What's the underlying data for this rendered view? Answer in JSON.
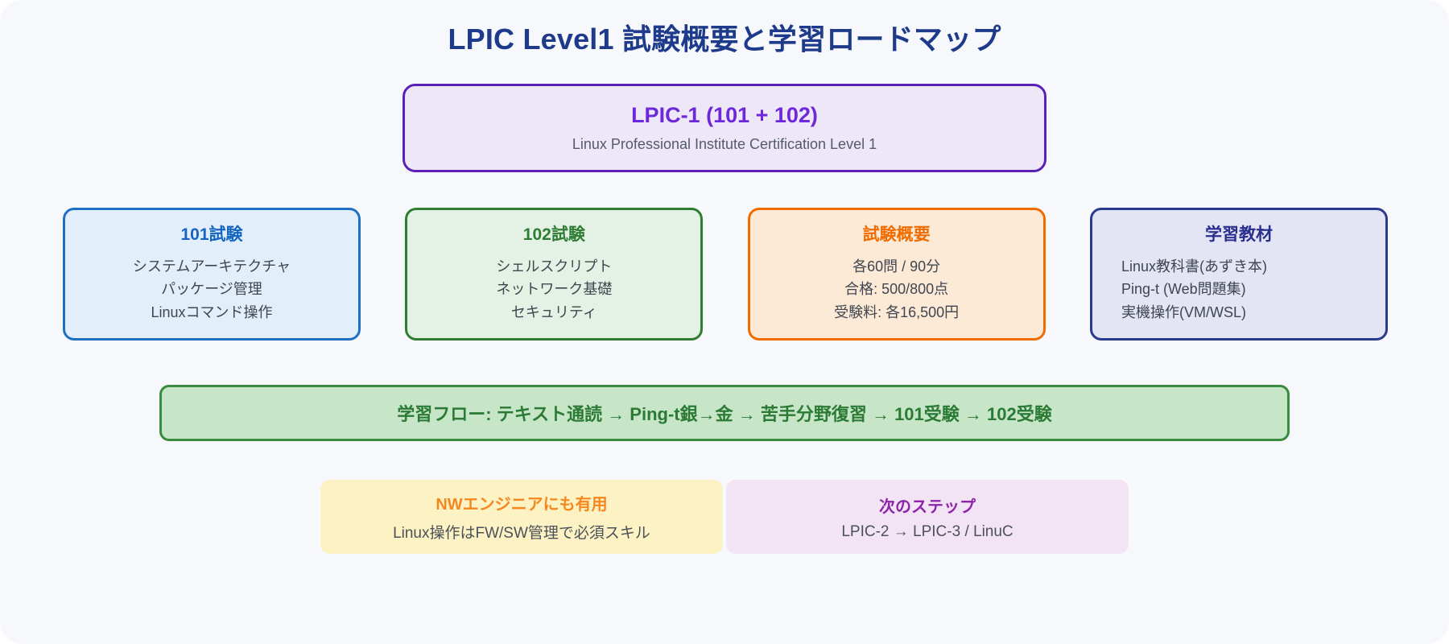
{
  "page": {
    "background_color": "#f7f8fb",
    "title": "LPIC Level1 試験概要と学習ロードマップ",
    "title_color": "#1e3a8a"
  },
  "hero": {
    "title": "LPIC-1 (101 + 102)",
    "subtitle": "Linux Professional Institute Certification Level 1",
    "border_color": "#5b21b6",
    "fill_color": "#ede7f8",
    "title_color": "#6d28d9"
  },
  "cards": [
    {
      "title": "101試験",
      "lines": [
        "システムアーキテクチャ",
        "パッケージ管理",
        "Linuxコマンド操作"
      ],
      "align": "center",
      "border_color": "#1f6fc4",
      "fill_color": "#e2effb",
      "title_color": "#1565c0"
    },
    {
      "title": "102試験",
      "lines": [
        "シェルスクリプト",
        "ネットワーク基礎",
        "セキュリティ"
      ],
      "align": "center",
      "border_color": "#2e7d32",
      "fill_color": "#e4f2e5",
      "title_color": "#2e7d32"
    },
    {
      "title": "試験概要",
      "lines": [
        "各60問 / 90分",
        "合格: 500/800点",
        "受験料: 各16,500円"
      ],
      "align": "center",
      "border_color": "#ef6c00",
      "fill_color": "#fdead6",
      "title_color": "#ef6c00"
    },
    {
      "title": "学習教材",
      "lines": [
        "Linux教科書(あずき本)",
        "Ping-t (Web問題集)",
        "実機操作(VM/WSL)"
      ],
      "align": "left",
      "border_color": "#2a3a8f",
      "fill_color": "#e3e4f4",
      "title_color": "#2a2f8f"
    }
  ],
  "flow": {
    "text": "学習フロー: テキスト通読 → Ping-t銀→金 → 苦手分野復習 → 101受験 → 102受験",
    "border_color": "#3a8a3f",
    "fill_color": "#c7e6c7",
    "text_color": "#2b7a35"
  },
  "notes": [
    {
      "title": "NWエンジニアにも有用",
      "subtitle": "Linux操作はFW/SW管理で必須スキル",
      "fill_color": "#fdf2c3",
      "title_color": "#f5871f"
    },
    {
      "title": "次のステップ",
      "subtitle": "LPIC-2 → LPIC-3 / LinuC",
      "fill_color": "#f3e4f5",
      "title_color": "#8e24aa"
    }
  ]
}
